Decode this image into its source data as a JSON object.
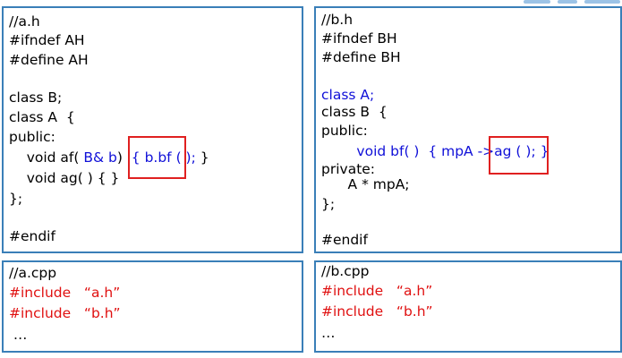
{
  "a_h": {
    "lines": [
      [
        {
          "t": "//a.h",
          "c": "black"
        }
      ],
      [
        {
          "t": "#ifndef AH",
          "c": "black"
        }
      ],
      [
        {
          "t": "#define AH",
          "c": "black"
        }
      ],
      [],
      [
        {
          "t": "class B;",
          "c": "black"
        }
      ],
      [
        {
          "t": "class A  {",
          "c": "black"
        }
      ],
      [
        {
          "t": "public:",
          "c": "black"
        }
      ],
      [
        {
          "t": "    void af( ",
          "c": "black"
        },
        {
          "t": "B& b",
          "c": "blue"
        },
        {
          "t": ")  ",
          "c": "black"
        },
        {
          "t": "{ ",
          "c": "blue"
        },
        {
          "t": "b.bf ( );",
          "c": "blue"
        },
        {
          "t": " }",
          "c": "black"
        }
      ],
      [
        {
          "t": "    void ag( ) { }",
          "c": "black"
        }
      ],
      [
        {
          "t": "};",
          "c": "black"
        }
      ],
      [],
      [
        {
          "t": "#endif",
          "c": "black"
        }
      ]
    ]
  },
  "b_h": {
    "lines": [
      [
        {
          "t": "//b.h",
          "c": "black"
        }
      ],
      [
        {
          "t": "#ifndef BH",
          "c": "black"
        }
      ],
      [
        {
          "t": "#define BH",
          "c": "black"
        }
      ],
      [],
      [
        {
          "t": "class A;",
          "c": "blue"
        }
      ],
      [
        {
          "t": "class B  {",
          "c": "black"
        }
      ],
      [
        {
          "t": "public:",
          "c": "black"
        }
      ],
      [
        {
          "t": "        void bf( )  { mpA ->",
          "c": "blue"
        },
        {
          "t": "ag ( ); }",
          "c": "blue"
        }
      ],
      [
        {
          "t": "private:",
          "c": "black"
        }
      ],
      [
        {
          "t": "      A * mpA;",
          "c": "black"
        }
      ],
      [
        {
          "t": "};",
          "c": "black"
        }
      ],
      [],
      [
        {
          "t": "#endif",
          "c": "black"
        }
      ]
    ]
  },
  "a_cpp": {
    "lines": [
      [
        {
          "t": "//a.cpp",
          "c": "black"
        }
      ],
      [
        {
          "t": "#include   “a.h”",
          "c": "red"
        }
      ],
      [
        {
          "t": "#include   “b.h”",
          "c": "red"
        }
      ],
      [
        {
          "t": " …",
          "c": "black"
        }
      ]
    ]
  },
  "b_cpp": {
    "lines": [
      [
        {
          "t": "//b.cpp",
          "c": "black"
        }
      ],
      [
        {
          "t": "#include   “a.h”",
          "c": "red"
        }
      ],
      [
        {
          "t": "#include   “b.h”",
          "c": "red"
        }
      ],
      [
        {
          "t": "…",
          "c": "black"
        }
      ]
    ]
  }
}
